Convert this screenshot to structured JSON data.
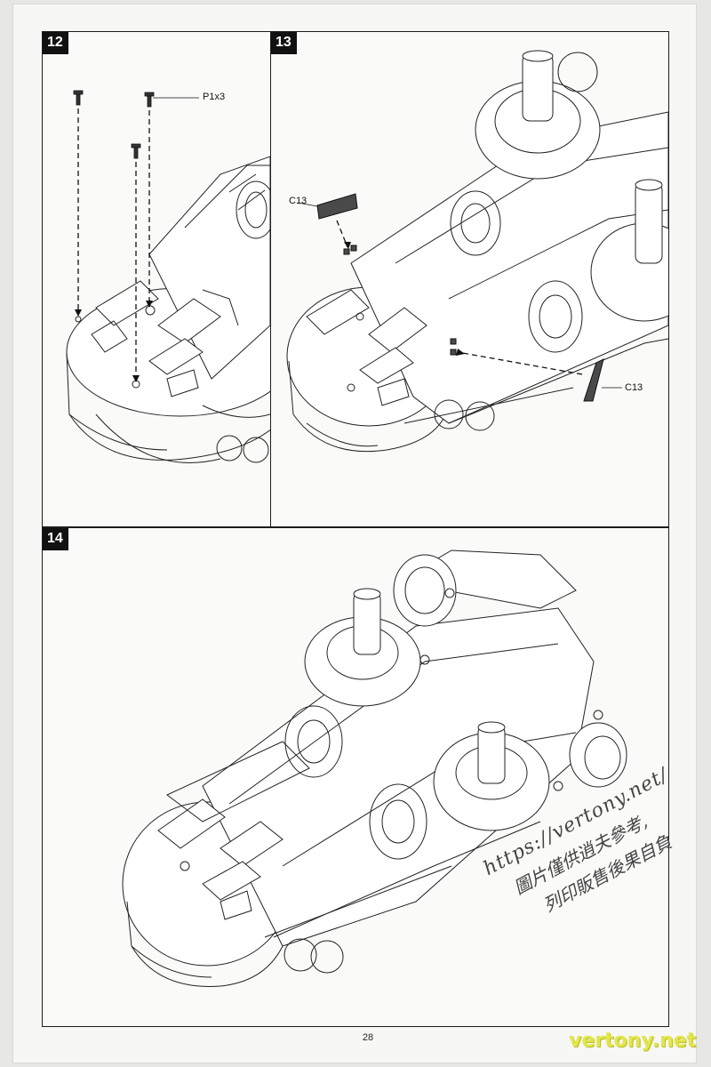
{
  "steps": [
    {
      "number": "12",
      "callouts": [
        "P1x3"
      ]
    },
    {
      "number": "13",
      "callouts": [
        "C13",
        "C13"
      ]
    },
    {
      "number": "14",
      "callouts": []
    }
  ],
  "page_number": "28",
  "watermark": {
    "line1": "https://vertony.net/",
    "line2": "圖片僅供逍夫參考,",
    "line3": "列印販售後果自負"
  },
  "site_mark": "vertony.net",
  "colors": {
    "ink": "#1d1d1d",
    "paper": "#f7f7f5",
    "part_gray": "#4a4a4a",
    "site_mark": "#e2e64a"
  }
}
